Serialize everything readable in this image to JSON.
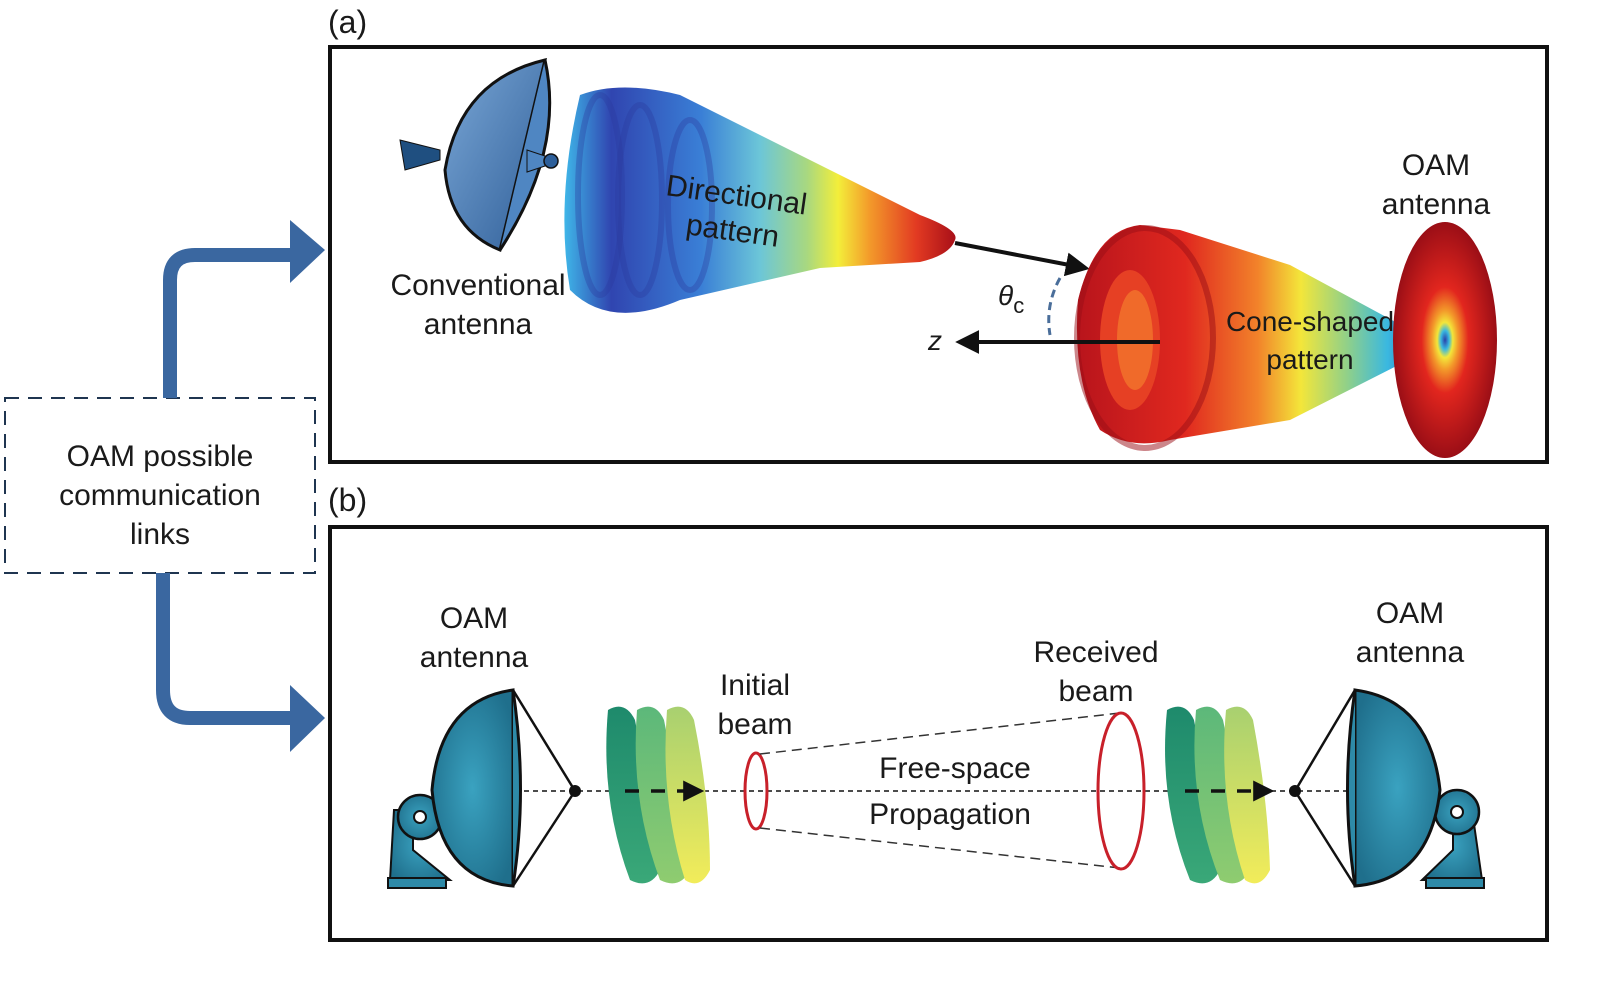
{
  "figure": {
    "panel_a": {
      "letter": "(a)",
      "conventional_antenna": {
        "line1": "Conventional",
        "line2": "antenna"
      },
      "directional_pattern": {
        "line1": "Directional",
        "line2": "pattern"
      },
      "oam_antenna": {
        "line1": "OAM",
        "line2": "antenna"
      },
      "cone_pattern": {
        "line1": "Cone-shaped",
        "line2": "pattern"
      },
      "angle_symbol": "θ",
      "angle_subscript": "c",
      "axis_label": "z"
    },
    "panel_b": {
      "letter": "(b)",
      "tx_antenna": {
        "line1": "OAM",
        "line2": "antenna"
      },
      "rx_antenna": {
        "line1": "OAM",
        "line2": "antenna"
      },
      "initial_beam": {
        "line1": "Initial",
        "line2": "beam"
      },
      "received_beam": {
        "line1": "Received",
        "line2": "beam"
      },
      "propagation": {
        "line1": "Free-space",
        "line2": "Propagation"
      }
    },
    "side_box": {
      "line1": "OAM possible",
      "line2": "communication",
      "line3": "links"
    },
    "colors": {
      "arrow_blue": "#3a67a0",
      "dish_blue": "#4a7db8",
      "oam_dish_teal": "#2e8aa8",
      "ring_red": "#c8202a",
      "panel_border": "#111111"
    }
  }
}
